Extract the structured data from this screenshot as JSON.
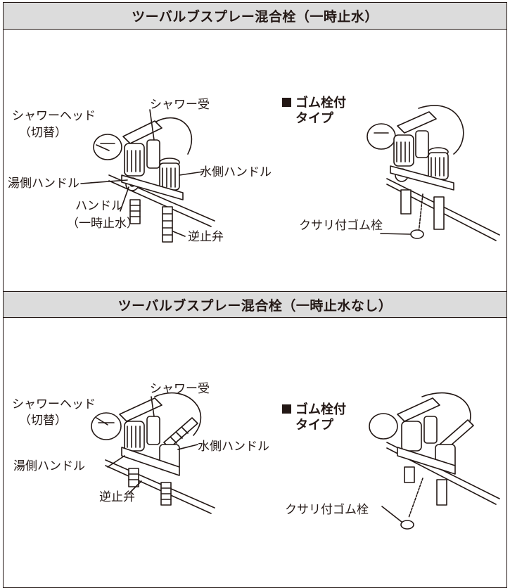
{
  "sections": [
    {
      "title": "ツーバルブスプレー混合栓（一時止水）",
      "labels": {
        "shower_head": "シャワーヘッド",
        "shower_head_sub": "（切替）",
        "shower_holder": "シャワー受",
        "hot_handle": "湯側ハンドル",
        "cold_handle": "水側ハンドル",
        "stop_handle": "ハンドル",
        "stop_handle_sub": "（一時止水）",
        "check_valve": "逆止弁"
      },
      "variant": {
        "title": "ゴム栓付",
        "title2": "タイプ",
        "chain_plug": "クサリ付ゴム栓"
      }
    },
    {
      "title": "ツーバルブスプレー混合栓（一時止水なし）",
      "labels": {
        "shower_head": "シャワーヘッド",
        "shower_head_sub": "（切替）",
        "shower_holder": "シャワー受",
        "hot_handle": "湯側ハンドル",
        "cold_handle": "水側ハンドル",
        "check_valve": "逆止弁"
      },
      "variant": {
        "title": "ゴム栓付",
        "title2": "タイプ",
        "chain_plug": "クサリ付ゴム栓"
      }
    }
  ]
}
